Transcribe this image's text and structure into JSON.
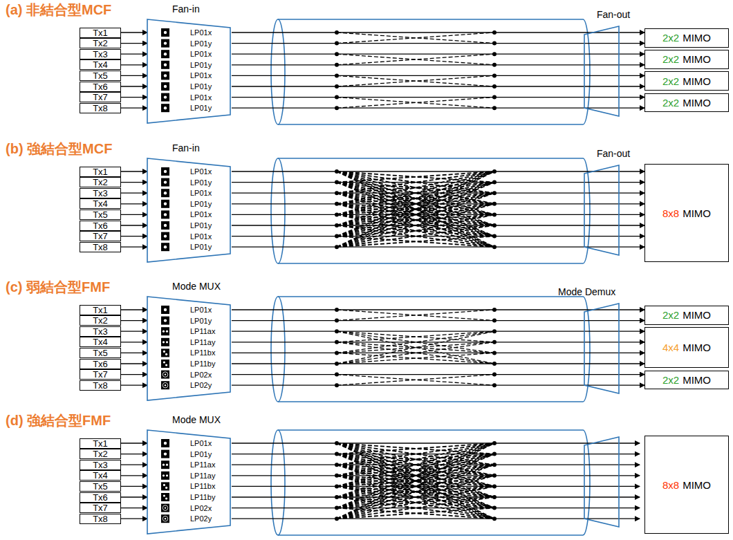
{
  "diagram": {
    "nodes": [
      {
        "text": [
          "Tx1"
        ]
      },
      {
        "text": [
          "Tx2"
        ]
      },
      {
        "text": [
          "Tx3"
        ]
      },
      {
        "text": [
          "Tx4"
        ]
      },
      {
        "text": [
          "Tx5"
        ]
      },
      {
        "text": [
          "Tx6"
        ]
      },
      {
        "text": [
          "Tx7"
        ]
      },
      {
        "text": [
          "Tx8"
        ]
      },
      {
        "text": [
          "Fan-in",
          "LP01x",
          "LP01y",
          "LP01x",
          "LP01y",
          "LP01x",
          "LP01y",
          "LP01x",
          "LP01y"
        ]
      },
      {
        "text": [
          "Fan-out"
        ]
      },
      {
        "text": [
          "2x2",
          "MIMO"
        ]
      },
      {
        "text": [
          "2x2",
          "MIMO"
        ]
      },
      {
        "text": [
          "2x2",
          "MIMO"
        ]
      },
      {
        "text": [
          "2x2",
          "MIMO"
        ]
      },
      {
        "text": [
          "Tx1"
        ]
      },
      {
        "text": [
          "Tx2"
        ]
      },
      {
        "text": [
          "Tx3"
        ]
      },
      {
        "text": [
          "Tx4"
        ]
      },
      {
        "text": [
          "Tx5"
        ]
      },
      {
        "text": [
          "Tx6"
        ]
      },
      {
        "text": [
          "Tx7"
        ]
      },
      {
        "text": [
          "Tx8"
        ]
      },
      {
        "text": [
          "Fan-in",
          "LP01x",
          "LP01y",
          "LP01x",
          "LP01y",
          "LP01x",
          "LP01y",
          "LP01x",
          "LP01y"
        ]
      },
      {
        "text": [
          "Fan-out"
        ]
      },
      {
        "text": [
          "8x8",
          "MIMO"
        ]
      },
      {
        "text": [
          "Tx1"
        ]
      },
      {
        "text": [
          "Tx2"
        ]
      },
      {
        "text": [
          "Tx3"
        ]
      },
      {
        "text": [
          "Tx4"
        ]
      },
      {
        "text": [
          "Tx5"
        ]
      },
      {
        "text": [
          "Tx6"
        ]
      },
      {
        "text": [
          "Tx7"
        ]
      },
      {
        "text": [
          "Tx8"
        ]
      },
      {
        "text": [
          "Mode MUX",
          "LP01x",
          "LP01y",
          "LP11ax",
          "LP11ay",
          "LP11bx",
          "LP11by",
          "LP02x",
          "LP02y"
        ]
      },
      {
        "text": [
          "Mode Demux"
        ]
      },
      {
        "text": [
          "2x2",
          "MIMO"
        ]
      },
      {
        "text": [
          "4x4",
          "MIMO"
        ]
      },
      {
        "text": [
          "2x2",
          "MIMO"
        ]
      },
      {
        "text": [
          "Tx1"
        ]
      },
      {
        "text": [
          "Tx2"
        ]
      },
      {
        "text": [
          "Tx3"
        ]
      },
      {
        "text": [
          "Tx4"
        ]
      },
      {
        "text": [
          "Tx5"
        ]
      },
      {
        "text": [
          "Tx6"
        ]
      },
      {
        "text": [
          "Tx7"
        ]
      },
      {
        "text": [
          "Tx8"
        ]
      },
      {
        "text": [
          "Mode MUX",
          "LP01x",
          "LP01y",
          "LP11ax",
          "LP11ay",
          "LP11bx",
          "LP11by",
          "LP02x",
          "LP02y"
        ]
      },
      {
        "text": [
          "8x8",
          "MIMO"
        ]
      }
    ],
    "edges": [
      {
        "from": 0,
        "to": 8,
        "arrow": "to"
      },
      {
        "from": 1,
        "to": 8,
        "arrow": "to"
      },
      {
        "from": 2,
        "to": 8,
        "arrow": "to"
      },
      {
        "from": 3,
        "to": 8,
        "arrow": "to"
      },
      {
        "from": 4,
        "to": 8,
        "arrow": "to"
      },
      {
        "from": 5,
        "to": 8,
        "arrow": "to"
      },
      {
        "from": 6,
        "to": 8,
        "arrow": "to"
      },
      {
        "from": 7,
        "to": 8,
        "arrow": "to"
      },
      {
        "from": 9,
        "to": 10,
        "arrow": "to"
      },
      {
        "from": 9,
        "to": 10,
        "arrow": "to"
      },
      {
        "from": 9,
        "to": 11,
        "arrow": "to"
      },
      {
        "from": 9,
        "to": 11,
        "arrow": "to"
      },
      {
        "from": 9,
        "to": 12,
        "arrow": "to"
      },
      {
        "from": 9,
        "to": 12,
        "arrow": "to"
      },
      {
        "from": 9,
        "to": 13,
        "arrow": "to"
      },
      {
        "from": 9,
        "to": 13,
        "arrow": "to"
      },
      {
        "from": 14,
        "to": 22,
        "arrow": "to"
      },
      {
        "from": 15,
        "to": 22,
        "arrow": "to"
      },
      {
        "from": 16,
        "to": 22,
        "arrow": "to"
      },
      {
        "from": 17,
        "to": 22,
        "arrow": "to"
      },
      {
        "from": 18,
        "to": 22,
        "arrow": "to"
      },
      {
        "from": 19,
        "to": 22,
        "arrow": "to"
      },
      {
        "from": 20,
        "to": 22,
        "arrow": "to"
      },
      {
        "from": 21,
        "to": 22,
        "arrow": "to"
      },
      {
        "from": 23,
        "to": 24,
        "arrow": "to"
      },
      {
        "from": 23,
        "to": 24,
        "arrow": "to"
      },
      {
        "from": 23,
        "to": 24,
        "arrow": "to"
      },
      {
        "from": 23,
        "to": 24,
        "arrow": "to"
      },
      {
        "from": 23,
        "to": 24,
        "arrow": "to"
      },
      {
        "from": 23,
        "to": 24,
        "arrow": "to"
      },
      {
        "from": 23,
        "to": 24,
        "arrow": "to"
      },
      {
        "from": 23,
        "to": 24,
        "arrow": "to"
      },
      {
        "from": 25,
        "to": 33,
        "arrow": "to"
      },
      {
        "from": 26,
        "to": 33,
        "arrow": "to"
      },
      {
        "from": 27,
        "to": 33,
        "arrow": "to"
      },
      {
        "from": 28,
        "to": 33,
        "arrow": "to"
      },
      {
        "from": 29,
        "to": 33,
        "arrow": "to"
      },
      {
        "from": 30,
        "to": 33,
        "arrow": "to"
      },
      {
        "from": 31,
        "to": 33,
        "arrow": "to"
      },
      {
        "from": 32,
        "to": 33,
        "arrow": "to"
      },
      {
        "from": 34,
        "to": 35,
        "arrow": "to"
      },
      {
        "from": 34,
        "to": 35,
        "arrow": "to"
      },
      {
        "from": 34,
        "to": 36,
        "arrow": "to"
      },
      {
        "from": 34,
        "to": 36,
        "arrow": "to"
      },
      {
        "from": 34,
        "to": 36,
        "arrow": "to"
      },
      {
        "from": 34,
        "to": 36,
        "arrow": "to"
      },
      {
        "from": 34,
        "to": 37,
        "arrow": "to"
      },
      {
        "from": 34,
        "to": 37,
        "arrow": "to"
      },
      {
        "from": 38,
        "to": 46,
        "arrow": "to"
      },
      {
        "from": 39,
        "to": 46,
        "arrow": "to"
      },
      {
        "from": 40,
        "to": 46,
        "arrow": "to"
      },
      {
        "from": 41,
        "to": 46,
        "arrow": "to"
      },
      {
        "from": 42,
        "to": 46,
        "arrow": "to"
      },
      {
        "from": 43,
        "to": 46,
        "arrow": "to"
      },
      {
        "from": 44,
        "to": 46,
        "arrow": "to"
      },
      {
        "from": 45,
        "to": 46,
        "arrow": "to"
      }
    ],
    "labels": [
      "(a) 非結合型MCF",
      "(b) 強結合型MCF",
      "(c) 弱結合型FMF",
      "(d) 強結合型FMF"
    ]
  }
}
